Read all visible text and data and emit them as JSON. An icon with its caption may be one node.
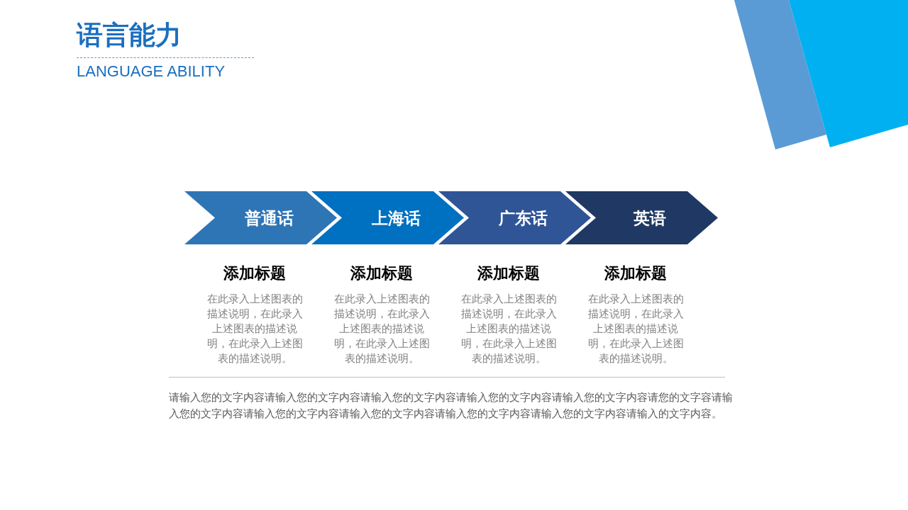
{
  "diagram": {
    "title": "语言能力",
    "nodes": [
      {
        "text": [
          "普通话"
        ],
        "beside": [
          "添加标题",
          "在此录入上述图表的描述说明，在此录入上述图表的描述说明，在此录入上述图表的描述说明。"
        ]
      },
      {
        "text": [
          "上海话"
        ],
        "beside": [
          "添加标题",
          "在此录入上述图表的描述说明，在此录入上述图表的描述说明，在此录入上述图表的描述说明。"
        ]
      },
      {
        "text": [
          "广东话"
        ],
        "beside": [
          "添加标题",
          "在此录入上述图表的描述说明，在此录入上述图表的描述说明，在此录入上述图表的描述说明。"
        ]
      },
      {
        "text": [
          "英语"
        ],
        "beside": [
          "添加标题",
          "在此录入上述图表的描述说明，在此录入上述图表的描述说明，在此录入上述图表的描述说明。"
        ]
      }
    ],
    "labels": [
      "LANGUAGE ABILITY",
      "请输入您的文字内容请输入您的文字内容请输入您的文字内容请输入您的文字内容请输入您的文字内容请您的文字容请输入您的文字内容请输入您的文字内容请输入您的文字内容请输入您的文字内容请输入您的文字内容请输入的文字内容。"
    ]
  }
}
